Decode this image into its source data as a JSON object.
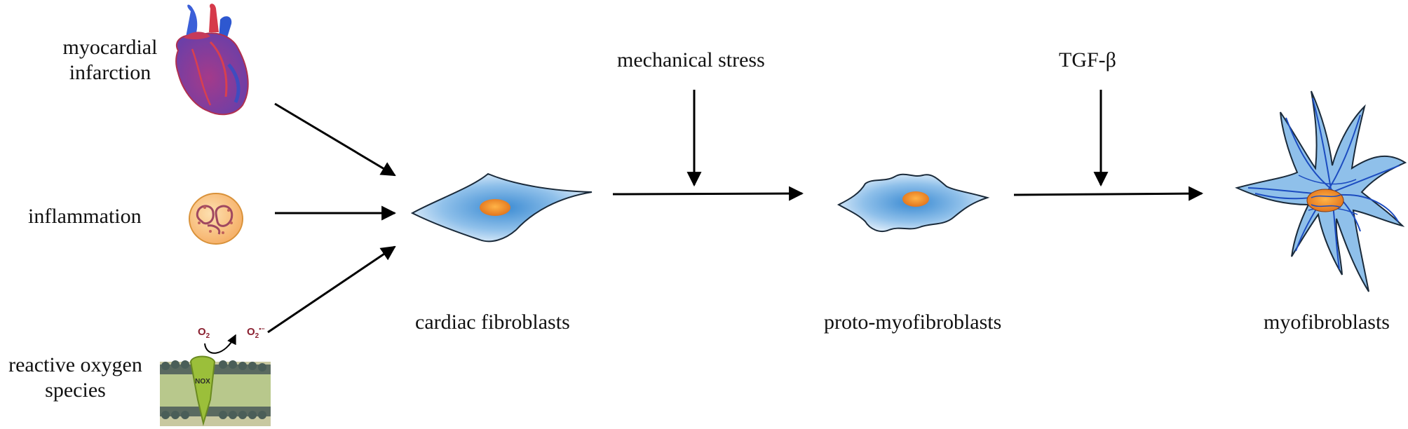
{
  "inputs": {
    "myocardial_infarction_line1": "myocardial",
    "myocardial_infarction_line2": "infarction",
    "inflammation": "inflammation",
    "ros_line1": "reactive oxygen",
    "ros_line2": "species",
    "ros_icon": {
      "o2": "O",
      "o2_sub": "2",
      "superoxide": "O",
      "superoxide_sub": "2",
      "superoxide_sup": "•−",
      "enzyme": "NOX"
    }
  },
  "stimuli": {
    "mechanical_stress": "mechanical stress",
    "tgf_beta": "TGF-β"
  },
  "cells": {
    "cardiac_fibroblasts": "cardiac fibroblasts",
    "proto_myofibroblasts": "proto-myofibroblasts",
    "myofibroblasts": "myofibroblasts"
  },
  "colors": {
    "cell_blue": "#5a9fd8",
    "cell_light": "#e8f2fb",
    "nucleus_orange": "#f07f1e",
    "arrow": "#000000"
  }
}
